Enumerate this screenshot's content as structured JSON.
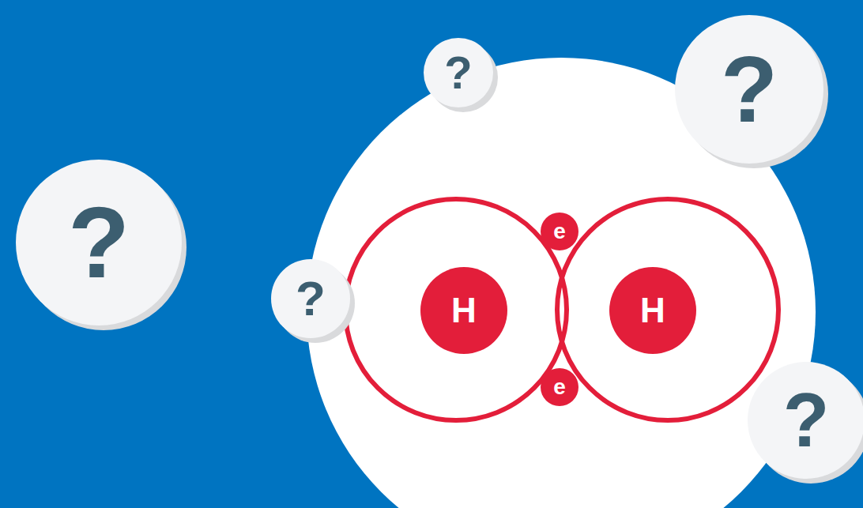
{
  "diagram": {
    "nodes": [
      {
        "text": [
          "?"
        ]
      },
      {
        "text": [
          "?"
        ]
      },
      {
        "text": [
          "e"
        ]
      },
      {
        "text": [
          "?"
        ]
      },
      {
        "text": [
          "?"
        ]
      },
      {
        "text": [
          "H"
        ]
      },
      {
        "text": [
          "H"
        ]
      },
      {
        "text": [
          "e"
        ]
      },
      {
        "text": [
          "?"
        ]
      }
    ]
  }
}
